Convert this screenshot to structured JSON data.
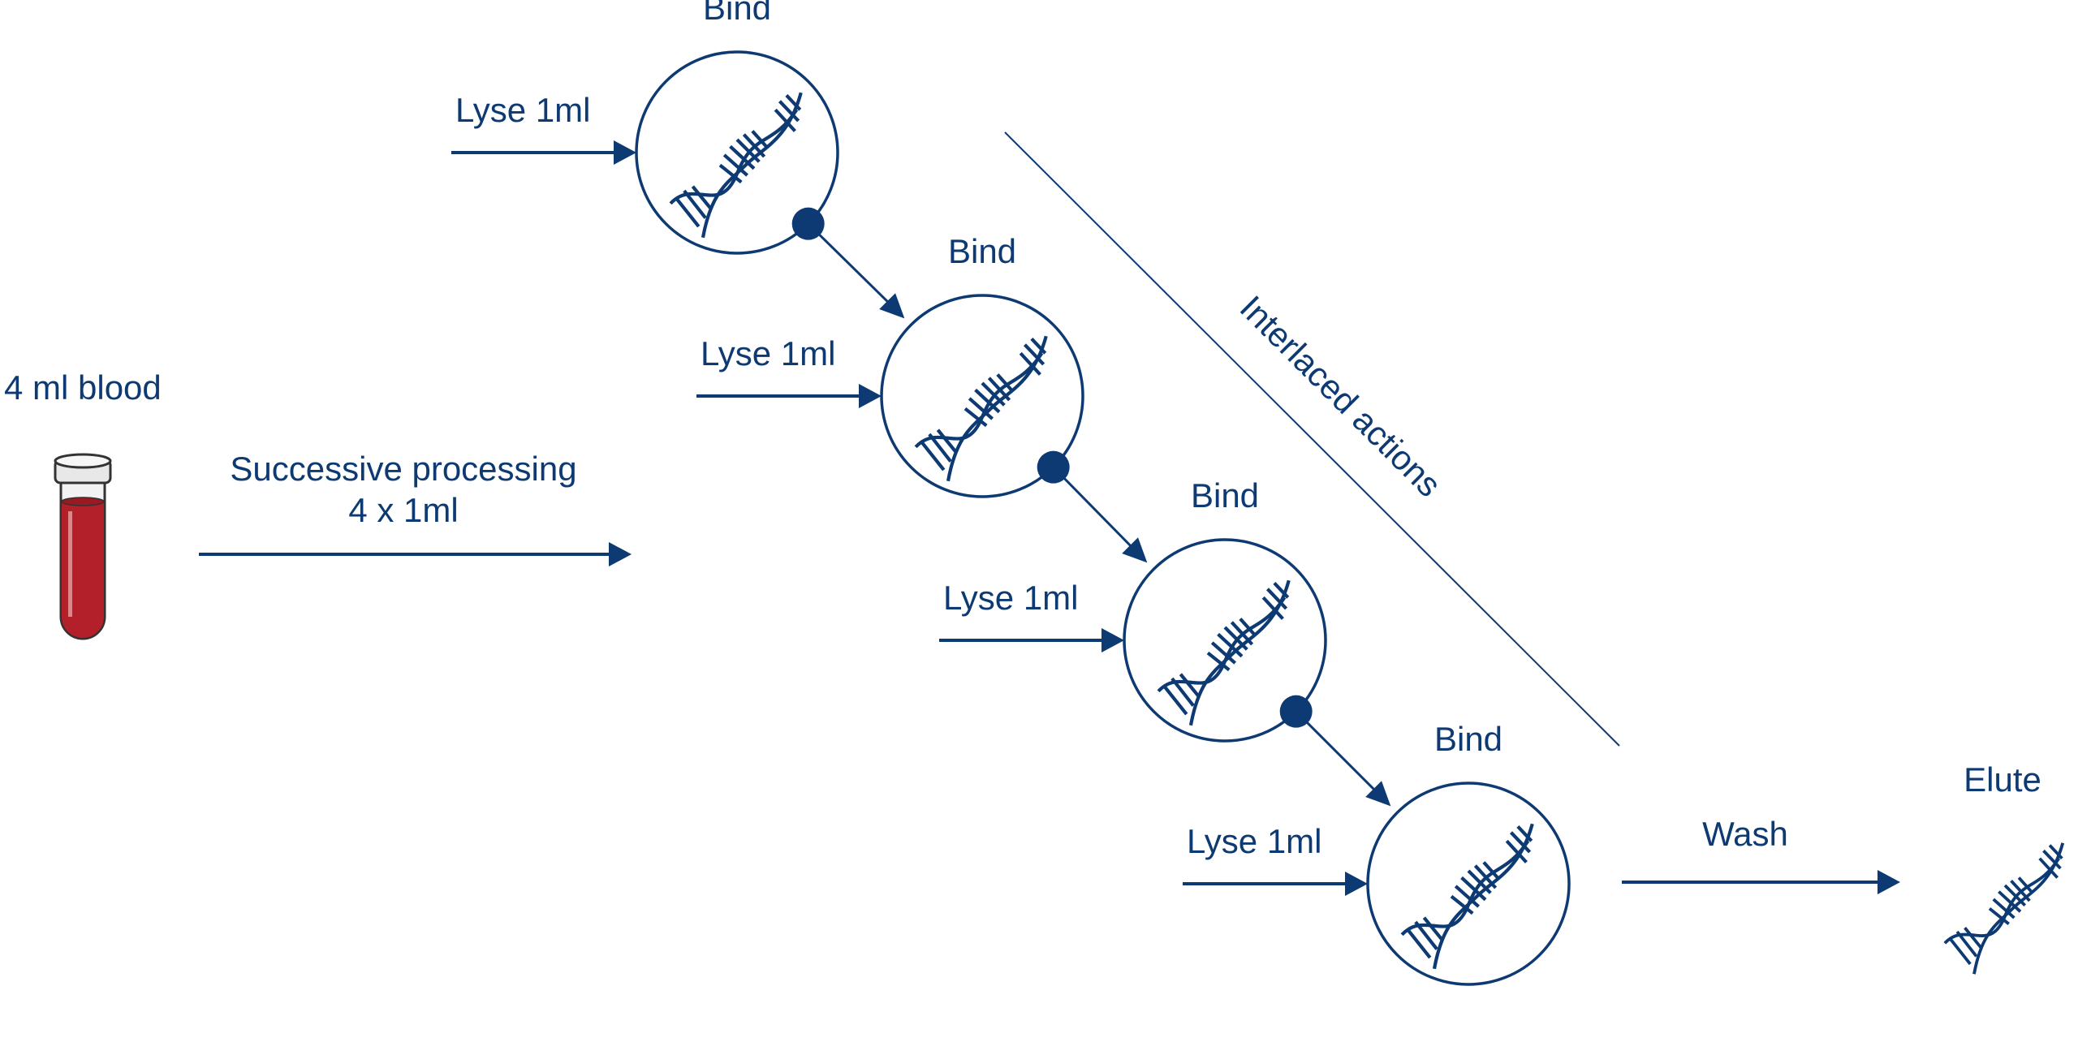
{
  "colors": {
    "primary": "#0d3a72",
    "blood": "#b3202a",
    "tube_outline": "#333333",
    "background": "#ffffff"
  },
  "labels": {
    "source": "4 ml blood",
    "successive_line1": "Successive processing",
    "successive_line2": "4 x 1ml",
    "interlaced": "Interlaced actions",
    "wash": "Wash",
    "elute": "Elute"
  },
  "steps": [
    {
      "bind": "Bind",
      "lyse": "Lyse 1ml"
    },
    {
      "bind": "Bind",
      "lyse": "Lyse 1ml"
    },
    {
      "bind": "Bind",
      "lyse": "Lyse  1ml"
    },
    {
      "bind": "Bind",
      "lyse": "Lyse 1ml"
    }
  ],
  "icons": {
    "tube": "blood-tube-icon",
    "dna": "dna-helix-icon",
    "arrow": "arrow-right-icon"
  }
}
